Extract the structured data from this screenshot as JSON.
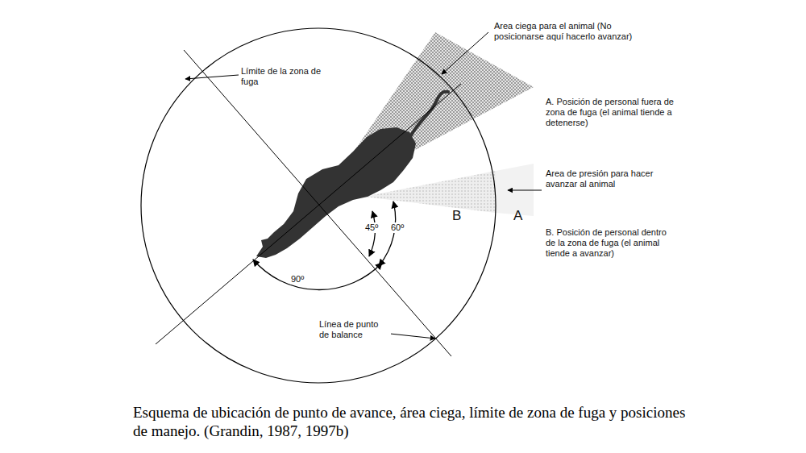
{
  "diagram": {
    "caption": "Esquema de ubicación de punto de avance, área ciega, límite de zona de fuga y posiciones de manejo. (Grandin, 1987, 1997b)",
    "labels": [
      "Area ciega para el animal (No posicionarse aquí hacerlo avanzar)",
      "Límite de la zona de fuga",
      "A. Posición de personal fuera de zona de fuga (el animal tiende a detenerse)",
      "Area de presión para hacer avanzar al animal",
      "B. Posición de personal dentro de la zona de fuga (el animal tiende a avanzar)",
      "B",
      "A",
      "45º",
      "60º",
      "90º",
      "Línea de punto de balance"
    ]
  }
}
